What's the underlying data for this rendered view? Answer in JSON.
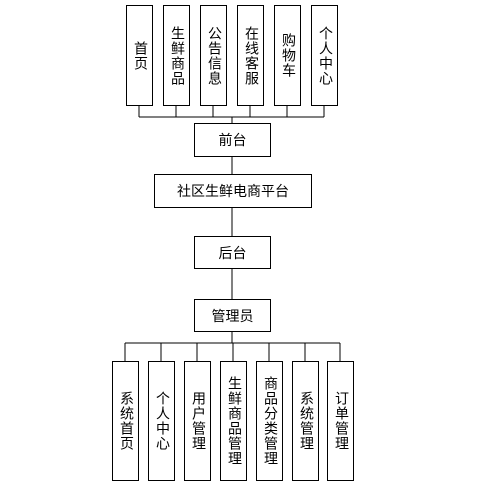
{
  "front": {
    "modules": [
      "首页",
      "生鲜商品",
      "公告信息",
      "在线客服",
      "购物车",
      "个人中心"
    ],
    "hub": "前台"
  },
  "platform": "社区生鲜电商平台",
  "back": {
    "hub": "后台",
    "admin": "管理员",
    "modules": [
      "系统首页",
      "个人中心",
      "用户管理",
      "生鲜商品管理",
      "商品分类管理",
      "系统管理",
      "订单管理"
    ]
  }
}
